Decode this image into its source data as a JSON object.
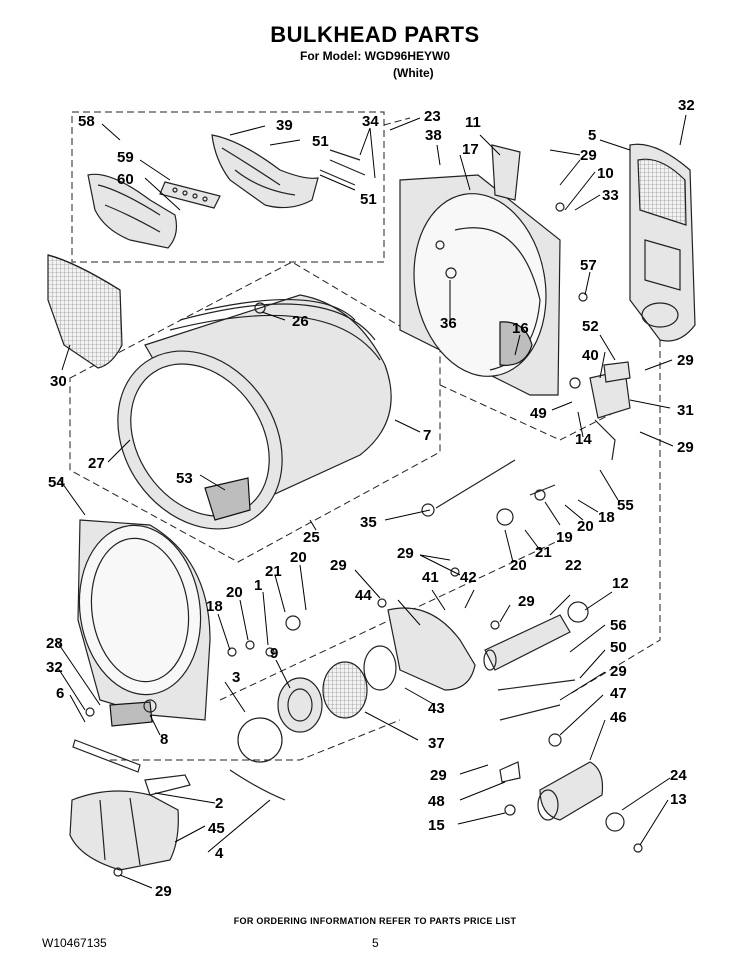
{
  "header": {
    "title": "BULKHEAD PARTS",
    "model": "For Model: WGD96HEYW0",
    "color": "(White)"
  },
  "footer": {
    "ordering_note": "FOR ORDERING INFORMATION REFER TO PARTS PRICE LIST",
    "document_number": "W10467135",
    "page_number": "5"
  },
  "callouts": [
    {
      "id": "c58a",
      "text": "58"
    },
    {
      "id": "c39",
      "text": "39"
    },
    {
      "id": "c34",
      "text": "34"
    },
    {
      "id": "c23",
      "text": "23"
    },
    {
      "id": "c51a",
      "text": "51"
    },
    {
      "id": "c59",
      "text": "59"
    },
    {
      "id": "c60",
      "text": "60"
    },
    {
      "id": "c51b",
      "text": "51"
    },
    {
      "id": "c38",
      "text": "38"
    },
    {
      "id": "c11",
      "text": "11"
    },
    {
      "id": "c5",
      "text": "5"
    },
    {
      "id": "c32a",
      "text": "32"
    },
    {
      "id": "c17",
      "text": "17"
    },
    {
      "id": "c29a",
      "text": "29"
    },
    {
      "id": "c10",
      "text": "10"
    },
    {
      "id": "c33",
      "text": "33"
    },
    {
      "id": "c57",
      "text": "57"
    },
    {
      "id": "c30",
      "text": "30"
    },
    {
      "id": "c26",
      "text": "26"
    },
    {
      "id": "c36",
      "text": "36"
    },
    {
      "id": "c16",
      "text": "16"
    },
    {
      "id": "c52",
      "text": "52"
    },
    {
      "id": "c40",
      "text": "40"
    },
    {
      "id": "c29b",
      "text": "29"
    },
    {
      "id": "c49",
      "text": "49"
    },
    {
      "id": "c31",
      "text": "31"
    },
    {
      "id": "c7",
      "text": "7"
    },
    {
      "id": "c14",
      "text": "14"
    },
    {
      "id": "c29c",
      "text": "29"
    },
    {
      "id": "c27",
      "text": "27"
    },
    {
      "id": "c53",
      "text": "53"
    },
    {
      "id": "c54",
      "text": "54"
    },
    {
      "id": "c55",
      "text": "55"
    },
    {
      "id": "c18a",
      "text": "18"
    },
    {
      "id": "c35",
      "text": "35"
    },
    {
      "id": "c25",
      "text": "25"
    },
    {
      "id": "c19",
      "text": "19"
    },
    {
      "id": "c20a",
      "text": "20"
    },
    {
      "id": "c21a",
      "text": "21"
    },
    {
      "id": "c20b",
      "text": "20"
    },
    {
      "id": "c29d",
      "text": "29"
    },
    {
      "id": "c29e",
      "text": "29"
    },
    {
      "id": "c22",
      "text": "22"
    },
    {
      "id": "c21b",
      "text": "21"
    },
    {
      "id": "c20c",
      "text": "20"
    },
    {
      "id": "c41",
      "text": "41"
    },
    {
      "id": "c42",
      "text": "42"
    },
    {
      "id": "c12",
      "text": "12"
    },
    {
      "id": "c1",
      "text": "1"
    },
    {
      "id": "c20d",
      "text": "20"
    },
    {
      "id": "c18b",
      "text": "18"
    },
    {
      "id": "c29f",
      "text": "29"
    },
    {
      "id": "c44",
      "text": "44"
    },
    {
      "id": "c56",
      "text": "56"
    },
    {
      "id": "c28",
      "text": "28"
    },
    {
      "id": "c50",
      "text": "50"
    },
    {
      "id": "c9",
      "text": "9"
    },
    {
      "id": "c3",
      "text": "3"
    },
    {
      "id": "c32b",
      "text": "32"
    },
    {
      "id": "c29g",
      "text": "29"
    },
    {
      "id": "c6",
      "text": "6"
    },
    {
      "id": "c43",
      "text": "43"
    },
    {
      "id": "c47",
      "text": "47"
    },
    {
      "id": "c8",
      "text": "8"
    },
    {
      "id": "c37",
      "text": "37"
    },
    {
      "id": "c46",
      "text": "46"
    },
    {
      "id": "c29h",
      "text": "29"
    },
    {
      "id": "c24",
      "text": "24"
    },
    {
      "id": "c2",
      "text": "2"
    },
    {
      "id": "c48",
      "text": "48"
    },
    {
      "id": "c13",
      "text": "13"
    },
    {
      "id": "c45",
      "text": "45"
    },
    {
      "id": "c15",
      "text": "15"
    },
    {
      "id": "c4",
      "text": "4"
    },
    {
      "id": "c29i",
      "text": "29"
    }
  ]
}
